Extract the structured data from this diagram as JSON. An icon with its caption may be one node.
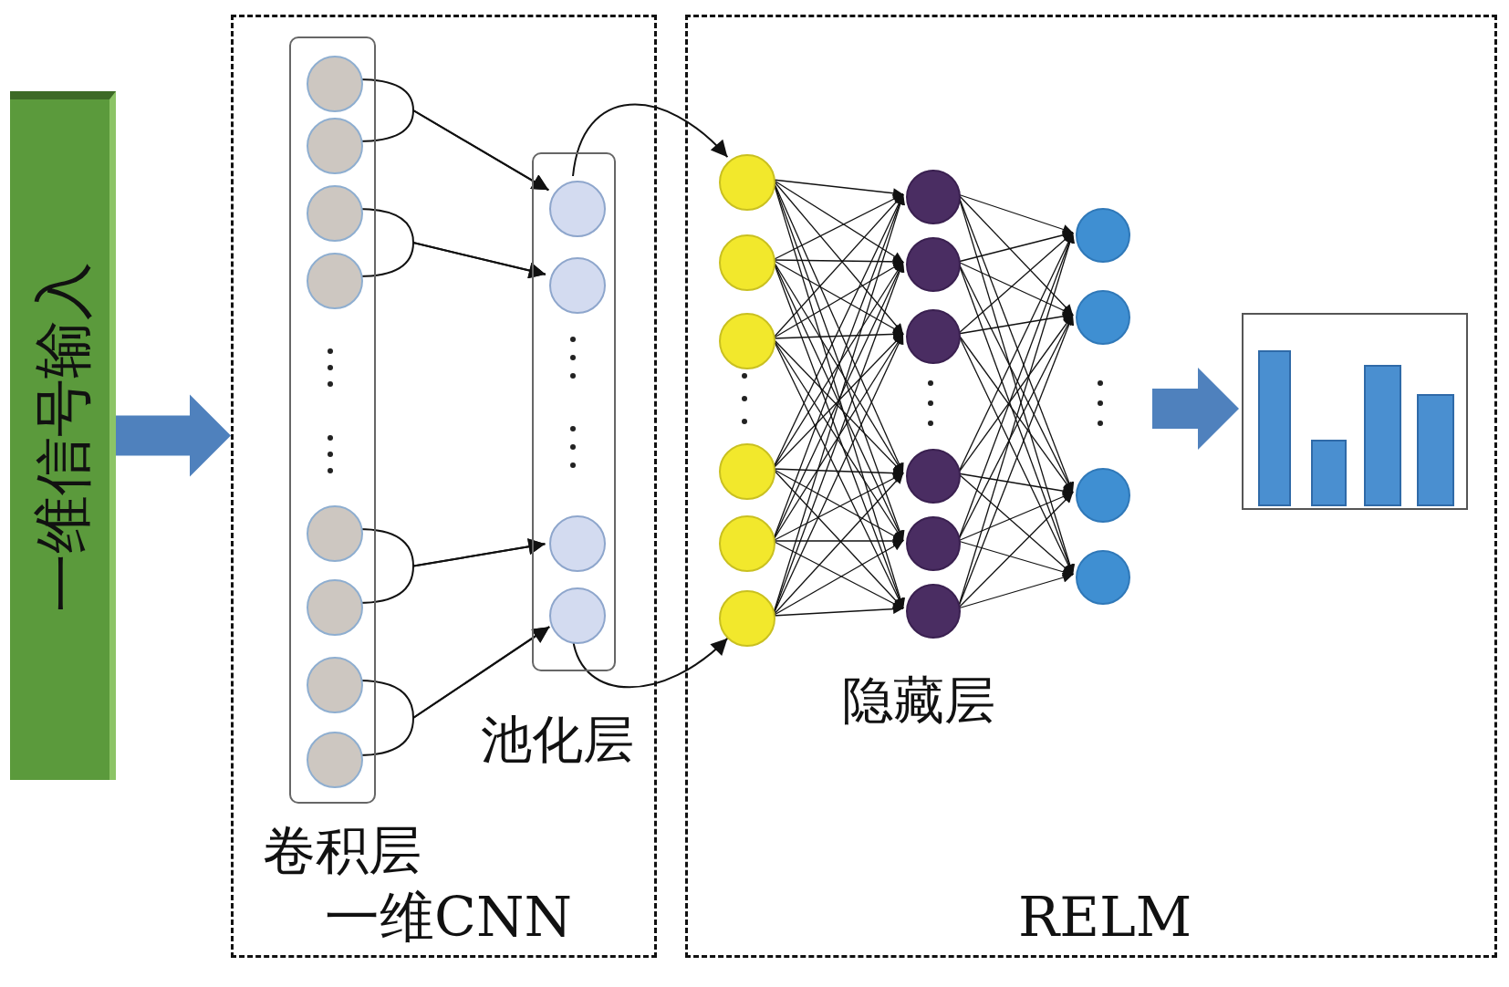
{
  "diagram": {
    "nodes": [
      {
        "text": [
          "一维信号输入"
        ]
      },
      {
        "text": [
          "一维CNN"
        ]
      },
      {
        "text": [
          "卷积层"
        ],
        "in": 1
      },
      {
        "text": [],
        "shape": "circle",
        "in": 2
      },
      {
        "text": [],
        "shape": "circle",
        "in": 2
      },
      {
        "text": [],
        "shape": "circle",
        "in": 2
      },
      {
        "text": [],
        "shape": "circle",
        "in": 2
      },
      {
        "text": [],
        "shape": "circle",
        "in": 2
      },
      {
        "text": [],
        "shape": "circle",
        "in": 2
      },
      {
        "text": [],
        "shape": "circle",
        "in": 2
      },
      {
        "text": [],
        "shape": "circle",
        "in": 2
      },
      {
        "text": [
          "池化层"
        ],
        "in": 1
      },
      {
        "text": [],
        "shape": "circle",
        "in": 11
      },
      {
        "text": [],
        "shape": "circle",
        "in": 11
      },
      {
        "text": [],
        "shape": "circle",
        "in": 11
      },
      {
        "text": [],
        "shape": "circle",
        "in": 11
      },
      {
        "text": [
          "RELM"
        ]
      },
      {
        "text": [],
        "shape": "circle",
        "in": 16
      },
      {
        "text": [],
        "shape": "circle",
        "in": 16
      },
      {
        "text": [],
        "shape": "circle",
        "in": 16
      },
      {
        "text": [],
        "shape": "circle",
        "in": 16
      },
      {
        "text": [],
        "shape": "circle",
        "in": 16
      },
      {
        "text": [],
        "shape": "circle",
        "in": 16
      },
      {
        "text": [],
        "shape": "circle",
        "in": 16
      },
      {
        "text": [],
        "shape": "circle",
        "in": 16
      },
      {
        "text": [],
        "shape": "circle",
        "in": 16
      },
      {
        "text": [],
        "shape": "circle",
        "in": 16
      },
      {
        "text": [],
        "shape": "circle",
        "in": 16
      },
      {
        "text": [],
        "shape": "circle",
        "in": 16
      },
      {
        "text": [],
        "shape": "circle",
        "in": 16
      },
      {
        "text": [],
        "shape": "circle",
        "in": 16
      },
      {
        "text": [],
        "shape": "circle",
        "in": 16
      },
      {
        "text": [],
        "shape": "circle",
        "in": 16
      },
      {
        "text": [],
        "shape": "picture",
        "in": 16
      }
    ],
    "edges": [
      {
        "from": 0,
        "to": 1,
        "arrow": "to",
        "color": "#4f81bd"
      },
      {
        "from": 3,
        "to": 12,
        "arrow": "to"
      },
      {
        "from": 4,
        "to": 12,
        "arrow": "to"
      },
      {
        "from": 5,
        "to": 13,
        "arrow": "to"
      },
      {
        "from": 6,
        "to": 13,
        "arrow": "to"
      },
      {
        "from": 7,
        "to": 14,
        "arrow": "to"
      },
      {
        "from": 8,
        "to": 14,
        "arrow": "to"
      },
      {
        "from": 9,
        "to": 15,
        "arrow": "to"
      },
      {
        "from": 10,
        "to": 15,
        "arrow": "to"
      },
      {
        "from": 12,
        "to": 17,
        "arrow": "to"
      },
      {
        "from": 15,
        "to": 22,
        "arrow": "to"
      },
      {
        "from": 17,
        "to": 23,
        "arrow": "to"
      },
      {
        "from": 17,
        "to": 24,
        "arrow": "to"
      },
      {
        "from": 17,
        "to": 25,
        "arrow": "to"
      },
      {
        "from": 17,
        "to": 26,
        "arrow": "to"
      },
      {
        "from": 17,
        "to": 27,
        "arrow": "to"
      },
      {
        "from": 17,
        "to": 28,
        "arrow": "to"
      },
      {
        "from": 18,
        "to": 23,
        "arrow": "to"
      },
      {
        "from": 18,
        "to": 24,
        "arrow": "to"
      },
      {
        "from": 18,
        "to": 25,
        "arrow": "to"
      },
      {
        "from": 18,
        "to": 26,
        "arrow": "to"
      },
      {
        "from": 18,
        "to": 27,
        "arrow": "to"
      },
      {
        "from": 18,
        "to": 28,
        "arrow": "to"
      },
      {
        "from": 19,
        "to": 23,
        "arrow": "to"
      },
      {
        "from": 19,
        "to": 24,
        "arrow": "to"
      },
      {
        "from": 19,
        "to": 25,
        "arrow": "to"
      },
      {
        "from": 19,
        "to": 26,
        "arrow": "to"
      },
      {
        "from": 19,
        "to": 27,
        "arrow": "to"
      },
      {
        "from": 19,
        "to": 28,
        "arrow": "to"
      },
      {
        "from": 20,
        "to": 23,
        "arrow": "to"
      },
      {
        "from": 20,
        "to": 24,
        "arrow": "to"
      },
      {
        "from": 20,
        "to": 25,
        "arrow": "to"
      },
      {
        "from": 20,
        "to": 26,
        "arrow": "to"
      },
      {
        "from": 20,
        "to": 27,
        "arrow": "to"
      },
      {
        "from": 20,
        "to": 28,
        "arrow": "to"
      },
      {
        "from": 21,
        "to": 23,
        "arrow": "to"
      },
      {
        "from": 21,
        "to": 24,
        "arrow": "to"
      },
      {
        "from": 21,
        "to": 25,
        "arrow": "to"
      },
      {
        "from": 21,
        "to": 26,
        "arrow": "to"
      },
      {
        "from": 21,
        "to": 27,
        "arrow": "to"
      },
      {
        "from": 21,
        "to": 28,
        "arrow": "to"
      },
      {
        "from": 22,
        "to": 23,
        "arrow": "to"
      },
      {
        "from": 22,
        "to": 24,
        "arrow": "to"
      },
      {
        "from": 22,
        "to": 25,
        "arrow": "to"
      },
      {
        "from": 22,
        "to": 26,
        "arrow": "to"
      },
      {
        "from": 22,
        "to": 27,
        "arrow": "to"
      },
      {
        "from": 22,
        "to": 28,
        "arrow": "to"
      },
      {
        "from": 23,
        "to": 29,
        "arrow": "to"
      },
      {
        "from": 23,
        "to": 30,
        "arrow": "to"
      },
      {
        "from": 23,
        "to": 31,
        "arrow": "to"
      },
      {
        "from": 23,
        "to": 32,
        "arrow": "to"
      },
      {
        "from": 24,
        "to": 29,
        "arrow": "to"
      },
      {
        "from": 24,
        "to": 30,
        "arrow": "to"
      },
      {
        "from": 24,
        "to": 31,
        "arrow": "to"
      },
      {
        "from": 24,
        "to": 32,
        "arrow": "to"
      },
      {
        "from": 25,
        "to": 29,
        "arrow": "to"
      },
      {
        "from": 25,
        "to": 30,
        "arrow": "to"
      },
      {
        "from": 25,
        "to": 31,
        "arrow": "to"
      },
      {
        "from": 25,
        "to": 32,
        "arrow": "to"
      },
      {
        "from": 26,
        "to": 29,
        "arrow": "to"
      },
      {
        "from": 26,
        "to": 30,
        "arrow": "to"
      },
      {
        "from": 26,
        "to": 31,
        "arrow": "to"
      },
      {
        "from": 26,
        "to": 32,
        "arrow": "to"
      },
      {
        "from": 27,
        "to": 29,
        "arrow": "to"
      },
      {
        "from": 27,
        "to": 30,
        "arrow": "to"
      },
      {
        "from": 27,
        "to": 31,
        "arrow": "to"
      },
      {
        "from": 27,
        "to": 32,
        "arrow": "to"
      },
      {
        "from": 28,
        "to": 29,
        "arrow": "to"
      },
      {
        "from": 28,
        "to": 30,
        "arrow": "to"
      },
      {
        "from": 28,
        "to": 31,
        "arrow": "to"
      },
      {
        "from": 28,
        "to": 32,
        "arrow": "to"
      },
      {
        "from": null,
        "to": 33,
        "arrow": "to",
        "color": "#4f81bd"
      }
    ],
    "labels": [
      "隐藏层"
    ]
  }
}
